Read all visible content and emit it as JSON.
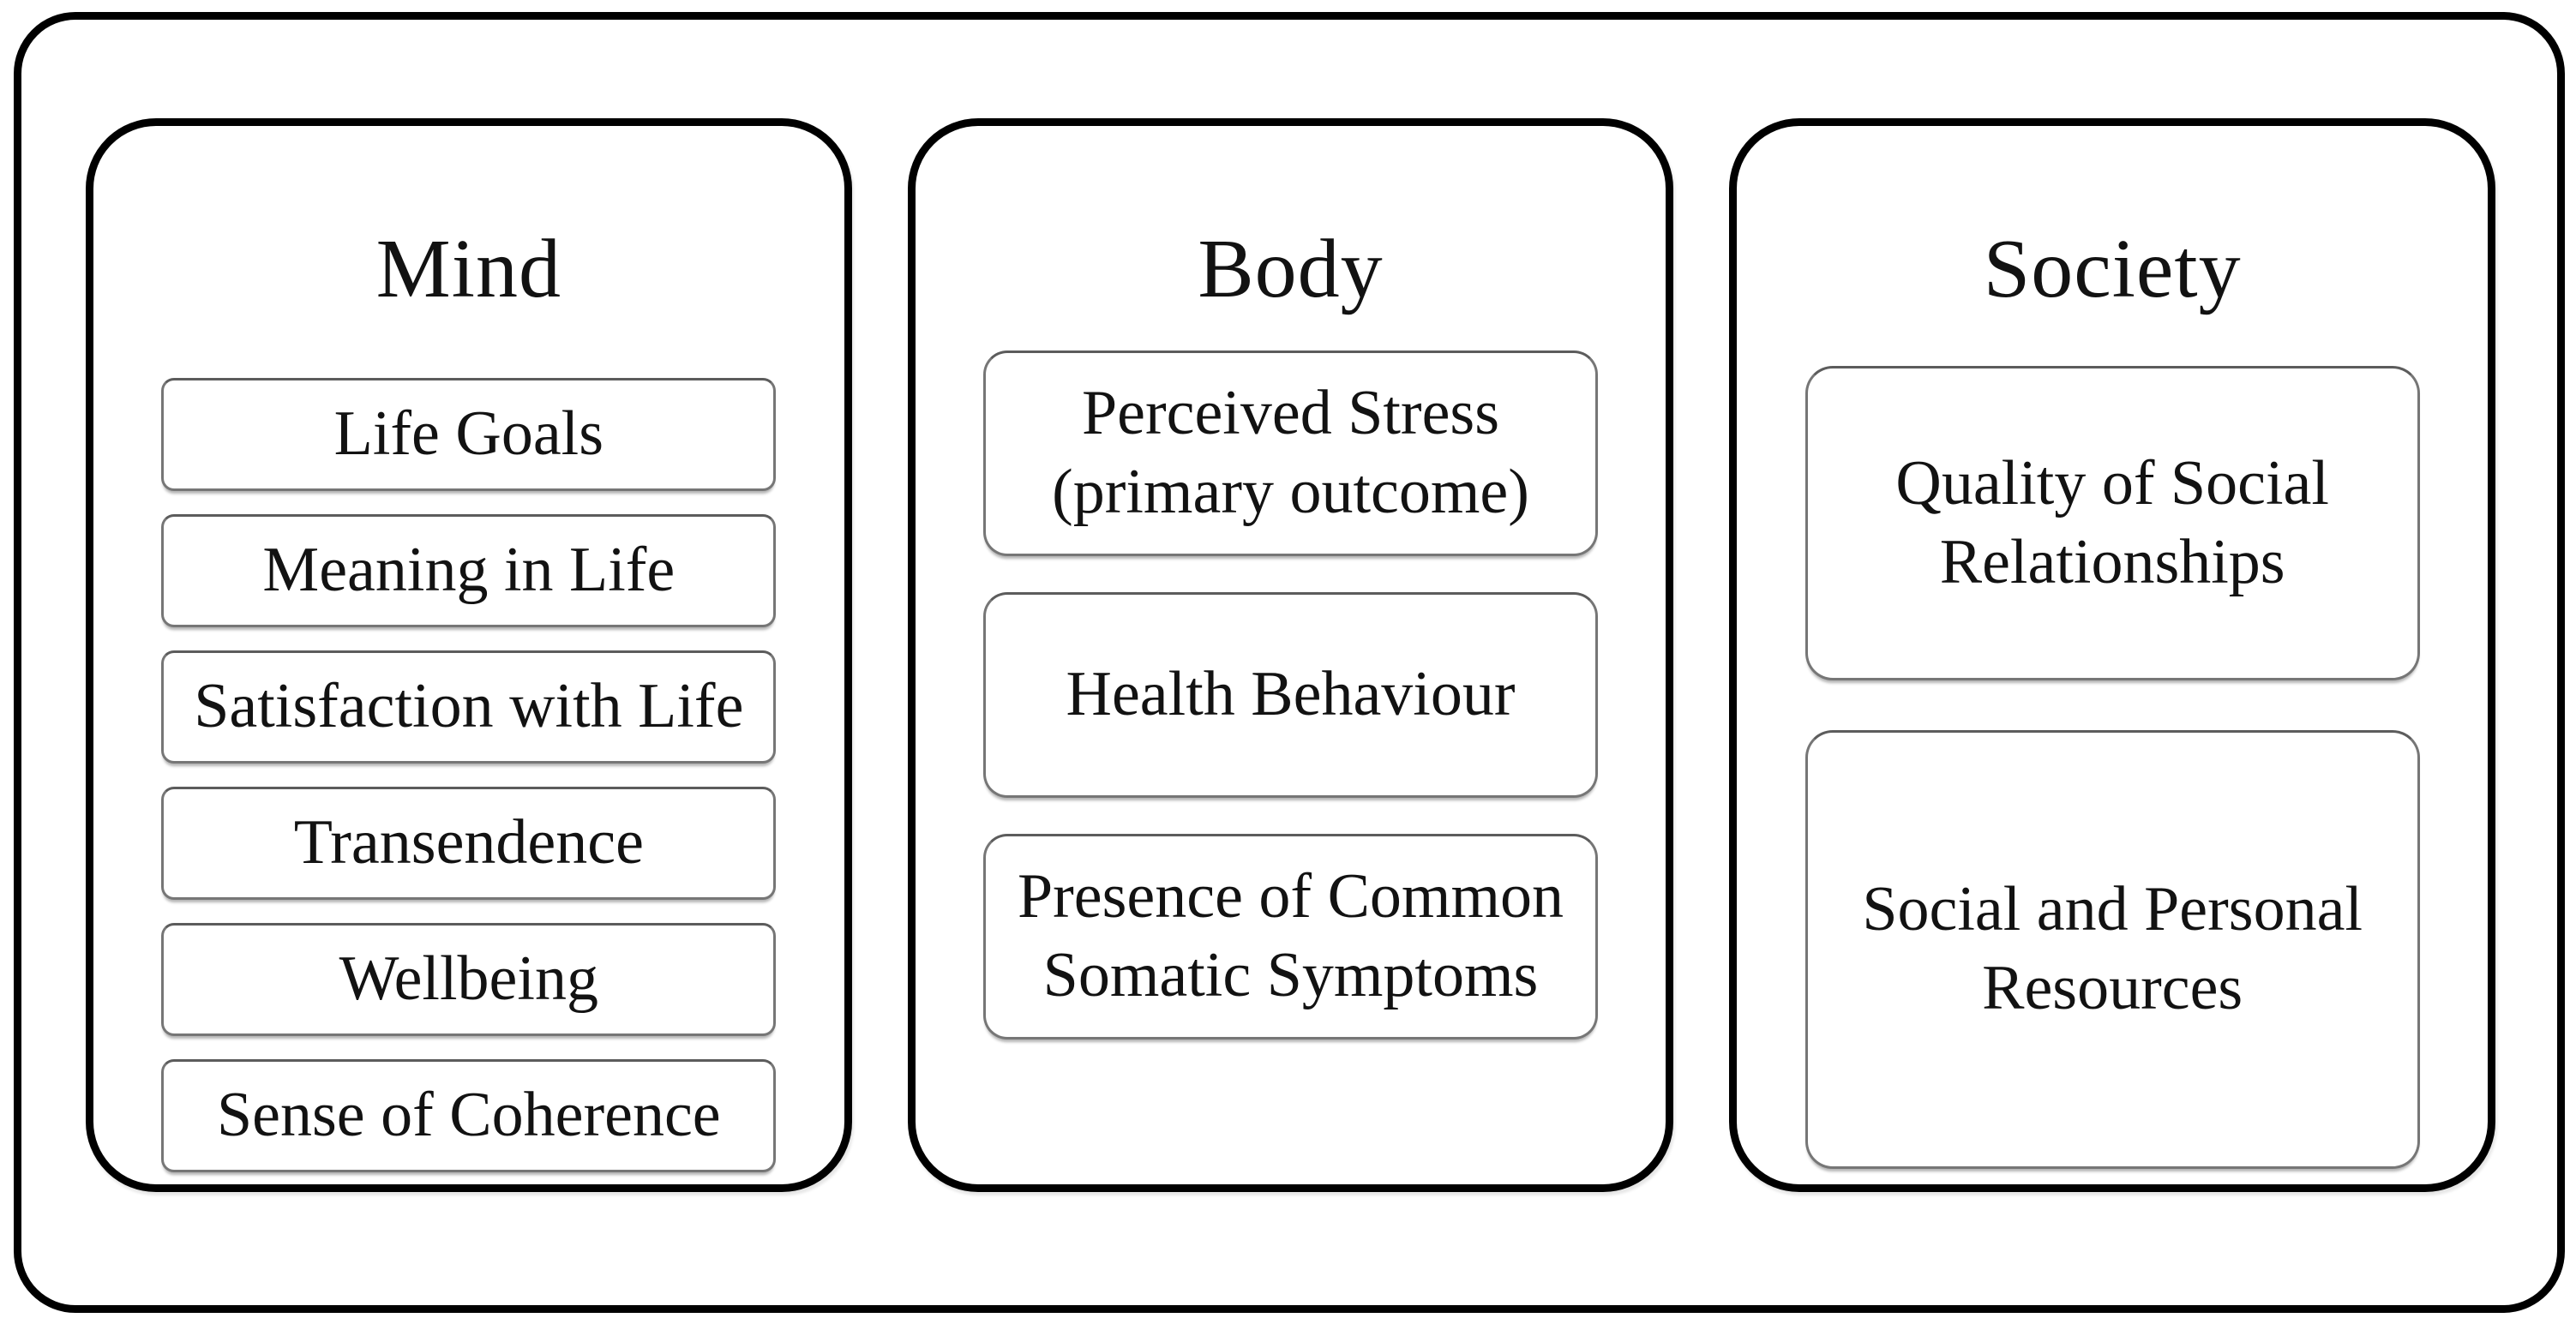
{
  "figure": {
    "columns": [
      {
        "id": "mind",
        "title": "Mind",
        "items": [
          "Life Goals",
          "Meaning in Life",
          "Satisfaction with Life",
          "Transendence",
          "Wellbeing",
          "Sense of Coherence"
        ]
      },
      {
        "id": "body",
        "title": "Body",
        "items": [
          "Perceived Stress (primary outcome)",
          "Health Behaviour",
          "Presence of Common Somatic Symptoms"
        ]
      },
      {
        "id": "society",
        "title": "Society",
        "items": [
          "Quality of Social Relationships",
          "Social and Personal Resources"
        ]
      }
    ],
    "colors": {
      "background": "#ffffff",
      "frame_border": "#000000",
      "item_border": "#767676",
      "text": "#121212"
    }
  }
}
